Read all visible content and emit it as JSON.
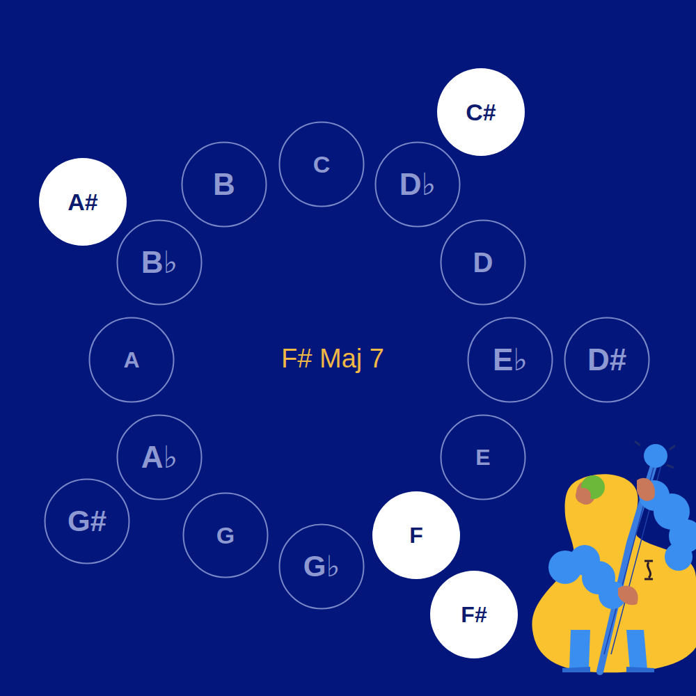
{
  "diagram": {
    "title": "F# Maj 7",
    "nodes": [
      {
        "text": [
          "C#"
        ]
      },
      {
        "text": [
          "C"
        ]
      },
      {
        "text": [
          "B"
        ]
      },
      {
        "text": [
          "D♭"
        ]
      },
      {
        "text": [
          "A#"
        ]
      },
      {
        "text": [
          "B♭"
        ]
      },
      {
        "text": [
          "D"
        ]
      },
      {
        "text": [
          "A"
        ]
      },
      {
        "text": [
          "E♭"
        ]
      },
      {
        "text": [
          "D#"
        ]
      },
      {
        "text": [
          "A♭"
        ]
      },
      {
        "text": [
          "E"
        ]
      },
      {
        "text": [
          "G#"
        ]
      },
      {
        "text": [
          "G"
        ]
      },
      {
        "text": [
          "F"
        ]
      },
      {
        "text": [
          "G♭"
        ]
      },
      {
        "text": [
          "F#"
        ]
      }
    ]
  }
}
